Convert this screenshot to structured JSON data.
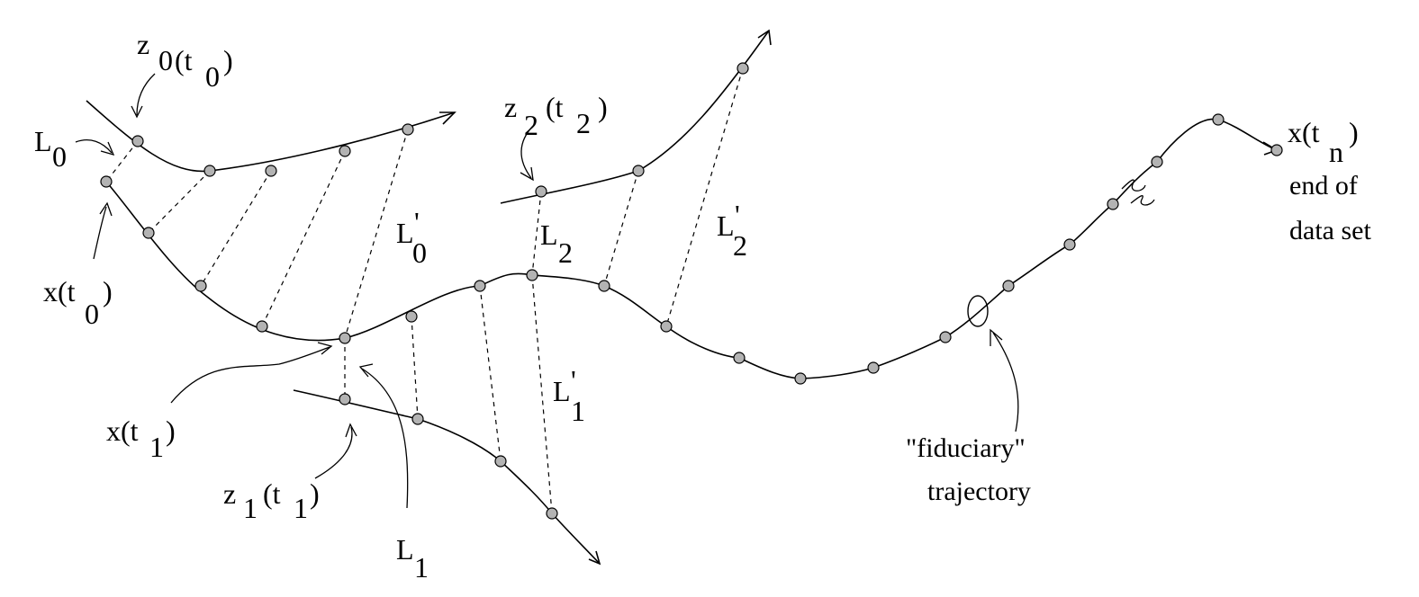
{
  "labels": {
    "z0": {
      "main": "z",
      "sub": "0",
      "paren_open": "(t",
      "paren_sub": "0",
      "paren_close": ")"
    },
    "L0": {
      "main": "L",
      "sub": "0"
    },
    "x0": {
      "main": "x(t",
      "sub": "0",
      "close": ")"
    },
    "L0p": {
      "main": "L",
      "prime": "'",
      "sub": "0"
    },
    "z2": {
      "main": "z",
      "sub": "2",
      "paren_open": "(t",
      "paren_sub": "2",
      "paren_close": ")"
    },
    "L2": {
      "main": "L",
      "sub": "2"
    },
    "L2p": {
      "main": "L",
      "prime": "'",
      "sub": "2"
    },
    "xn": {
      "main": "x(t",
      "sub": "n",
      "close": ")"
    },
    "end_line1": "end of",
    "end_line2": "data set",
    "x1": {
      "main": "x(t",
      "sub": "1",
      "close": ")"
    },
    "z1": {
      "main": "z",
      "sub": "1",
      "paren_open": "(t",
      "paren_sub": "1",
      "paren_close": ")"
    },
    "L1": {
      "main": "L",
      "sub": "1"
    },
    "L1p": {
      "main": "L",
      "prime": "'",
      "sub": "1"
    },
    "fid_line1": "\"fiduciary\"",
    "fid_line2": "trajectory"
  }
}
